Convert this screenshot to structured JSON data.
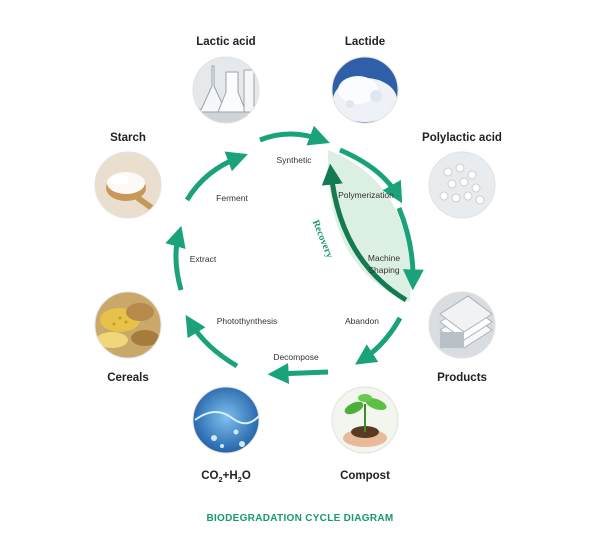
{
  "nodes": [
    {
      "key": "lactic_acid",
      "label": "Lactic acid",
      "image": "lab-glassware"
    },
    {
      "key": "lactide",
      "label": "Lactide",
      "image": "white-powder"
    },
    {
      "key": "polylactic_acid",
      "label": "Polylactic acid",
      "image": "white-pellets"
    },
    {
      "key": "products",
      "label": "Products",
      "image": "stacked-sheets"
    },
    {
      "key": "compost",
      "label": "Compost",
      "image": "seedling-in-soil"
    },
    {
      "key": "co2_h2o",
      "label_main": "CO",
      "label_sub1": "2",
      "label_plus": "+H",
      "label_sub2": "2",
      "label_end": "O",
      "image": "water-splash"
    },
    {
      "key": "cereals",
      "label": "Cereals",
      "image": "grains"
    },
    {
      "key": "starch",
      "label": "Starch",
      "image": "starch-spoon"
    }
  ],
  "steps": {
    "synthetic": "Synthetic",
    "polymerization": "Polymerization",
    "machine_shaping_1": "Machine",
    "machine_shaping_2": "Shaping",
    "recovery": "Recovery",
    "abandon": "Abandon",
    "decompose": "Decompose",
    "photosynthesis": "Photothynthesis",
    "extract": "Extract",
    "ferment": "Ferment"
  },
  "footer": "BIODEGRADATION CYCLE DIAGRAM",
  "colors": {
    "arrow": "#1aa37a",
    "arrow_dark": "#137a52",
    "lens": "#dcefe3",
    "footer": "#1a9a6a"
  }
}
